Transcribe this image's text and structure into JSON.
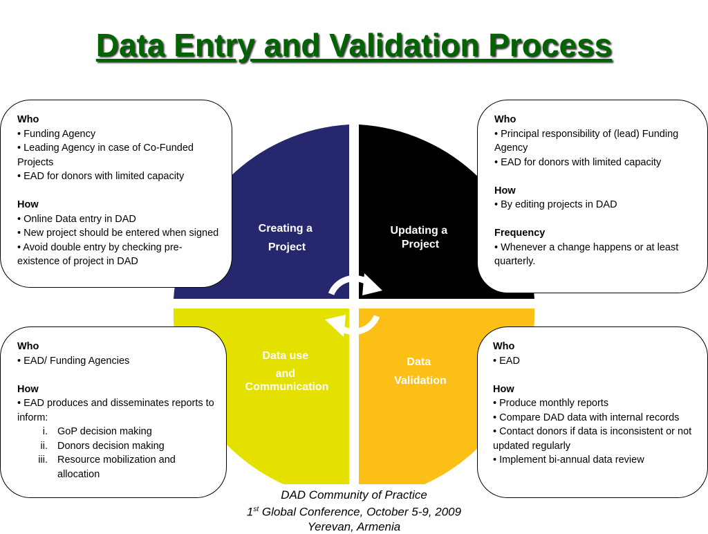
{
  "title": "Data Entry and Validation Process",
  "colors": {
    "title": "#006400",
    "create": "#27276e",
    "update": "#000000",
    "use": "#e4e000",
    "validate": "#fbbf15"
  },
  "quadrants": {
    "create": [
      "Creating a",
      "Project"
    ],
    "update": [
      "Updating a",
      "Project"
    ],
    "use": [
      "Data use",
      "and",
      "Communication"
    ],
    "validate": [
      "Data",
      "Validation"
    ]
  },
  "boxes": {
    "top_left": {
      "who_heading": "Who",
      "who_items": [
        "• Funding Agency",
        "• Leading Agency in case of Co-Funded Projects",
        "• EAD for donors with limited capacity"
      ],
      "how_heading": "How",
      "how_items": [
        "• Online Data entry in DAD",
        "• New project should be entered when signed",
        "• Avoid double  entry by checking pre-existence of project in DAD"
      ]
    },
    "top_right": {
      "who_heading": "Who",
      "who_items": [
        "• Principal responsibility of (lead) Funding Agency",
        "• EAD for donors with limited capacity"
      ],
      "how_heading": "How",
      "how_items": [
        "• By editing projects in DAD"
      ],
      "freq_heading": "Frequency",
      "freq_items": [
        "• Whenever a change happens or at least quarterly."
      ]
    },
    "bottom_left": {
      "who_heading": "Who",
      "who_items": [
        "• EAD/ Funding Agencies"
      ],
      "how_heading": "How",
      "how_intro": "• EAD produces and disseminates reports to inform:",
      "numbered": [
        {
          "num": "i.",
          "text": "GoP decision making"
        },
        {
          "num": "ii.",
          "text": "Donors decision making"
        },
        {
          "num": "iii.",
          "text": "Resource mobilization and allocation"
        }
      ]
    },
    "bottom_right": {
      "who_heading": "Who",
      "who_items": [
        "• EAD"
      ],
      "how_heading": "How",
      "how_items": [
        "• Produce monthly reports",
        "• Compare DAD data with internal records",
        "• Contact donors if data is inconsistent or not updated regularly",
        "• Implement bi-annual data review"
      ]
    }
  },
  "footer": {
    "line1": "DAD Community of Practice",
    "line2_num": "1",
    "line2_sup": "st",
    "line2_rest": " Global Conference, October 5-9, 2009",
    "line3": "Yerevan, Armenia"
  }
}
